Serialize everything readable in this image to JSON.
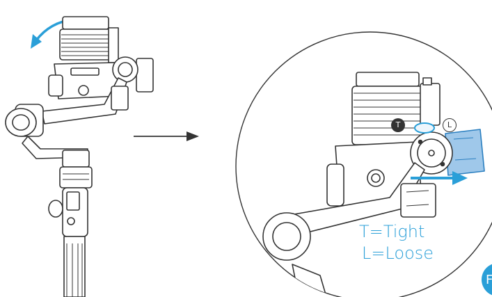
{
  "legend": {
    "tight": "T=Tight",
    "loose": "L=Loose"
  },
  "markers": {
    "tight": "T",
    "loose": "L"
  },
  "page_marker": "F",
  "colors": {
    "accent": "#2a9fd8",
    "line": "#333333",
    "panel_highlight": "#9fc8ea"
  }
}
